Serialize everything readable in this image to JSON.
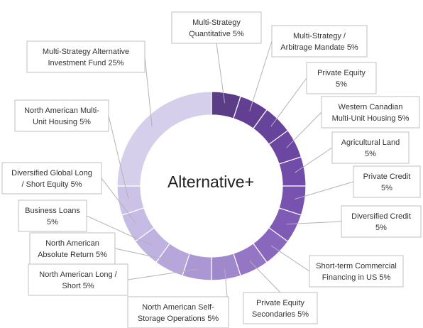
{
  "chart_data": {
    "type": "pie",
    "subtype": "donut",
    "center_label": "Alternative+",
    "unit": "%",
    "slices": [
      {
        "label": [
          "Multi-Strategy",
          "Quantitative 5%"
        ],
        "name": "Multi-Strategy Quantitative",
        "value": 5,
        "color": "#5b3c86"
      },
      {
        "label": [
          "Multi-Strategy /",
          "Arbitrage Mandate 5%"
        ],
        "name": "Multi-Strategy / Arbitrage Mandate",
        "value": 5,
        "color": "#633f93"
      },
      {
        "label": [
          "Private Equity",
          "5%"
        ],
        "name": "Private Equity",
        "value": 5,
        "color": "#67449b"
      },
      {
        "label": [
          "Western Canadian",
          "Multi-Unit Housing 5%"
        ],
        "name": "Western Canadian Multi-Unit Housing",
        "value": 5,
        "color": "#6c47a2"
      },
      {
        "label": [
          "Agricultural Land",
          "5%"
        ],
        "name": "Agricultural Land",
        "value": 5,
        "color": "#714ca8"
      },
      {
        "label": [
          "Private Credit",
          "5%"
        ],
        "name": "Private Credit",
        "value": 5,
        "color": "#7752ae"
      },
      {
        "label": [
          "Diversified Credit",
          "5%"
        ],
        "name": "Diversified Credit",
        "value": 5,
        "color": "#7f5bb6"
      },
      {
        "label": [
          "Short-term Commercial",
          "Financing in US 5%"
        ],
        "name": "Short-term Commercial Financing in US",
        "value": 5,
        "color": "#8a67bf"
      },
      {
        "label": [
          "Private Equity",
          "Secondaries 5%"
        ],
        "name": "Private Equity Secondaries",
        "value": 5,
        "color": "#9576c5"
      },
      {
        "label": [
          "North American Self-",
          "Storage Operations 5%"
        ],
        "name": "North American Self-Storage Operations",
        "value": 5,
        "color": "#a088cd"
      },
      {
        "label": [
          "North American Long /",
          "Short 5%"
        ],
        "name": "North American Long / Short",
        "value": 5,
        "color": "#ab97d4"
      },
      {
        "label": [
          "North American",
          "Absolute Return 5%"
        ],
        "name": "North American Absolute Return",
        "value": 5,
        "color": "#b6a6db"
      },
      {
        "label": [
          "Business Loans",
          "5%"
        ],
        "name": "Business Loans",
        "value": 5,
        "color": "#bfb2e0"
      },
      {
        "label": [
          "Diversified Global Long",
          "/ Short Equity 5%"
        ],
        "name": "Diversified Global Long / Short Equity",
        "value": 5,
        "color": "#c6bbe4"
      },
      {
        "label": [
          "North American Multi-",
          "Unit Housing 5%"
        ],
        "name": "North American Multi-Unit Housing",
        "value": 5,
        "color": "#ccc2e7"
      },
      {
        "label": [
          "Multi-Strategy Alternative",
          "Investment Fund 25%"
        ],
        "name": "Multi-Strategy Alternative Investment Fund",
        "value": 25,
        "color": "#d6cfec"
      }
    ]
  }
}
